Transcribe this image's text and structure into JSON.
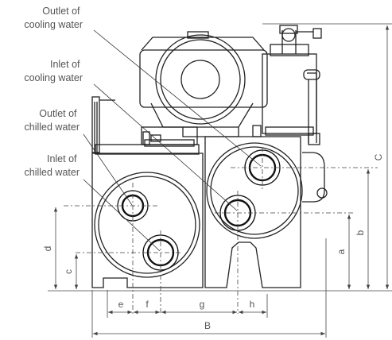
{
  "callouts": {
    "outlet_cooling": [
      "Outlet of",
      "cooling water"
    ],
    "inlet_cooling": [
      "Inlet of",
      "cooling water"
    ],
    "outlet_chilled": [
      "Outlet of",
      "chilled water"
    ],
    "inlet_chilled": [
      "Inlet of",
      "chilled  water"
    ]
  },
  "dimensions": {
    "a": "a",
    "b": "b",
    "c_upper": "C",
    "c_lower": "c",
    "d": "d",
    "e": "e",
    "f": "f",
    "g": "g",
    "h": "h",
    "B": "B"
  },
  "colors": {
    "line": "#222222",
    "dim_line": "#444444",
    "text": "#555555"
  }
}
